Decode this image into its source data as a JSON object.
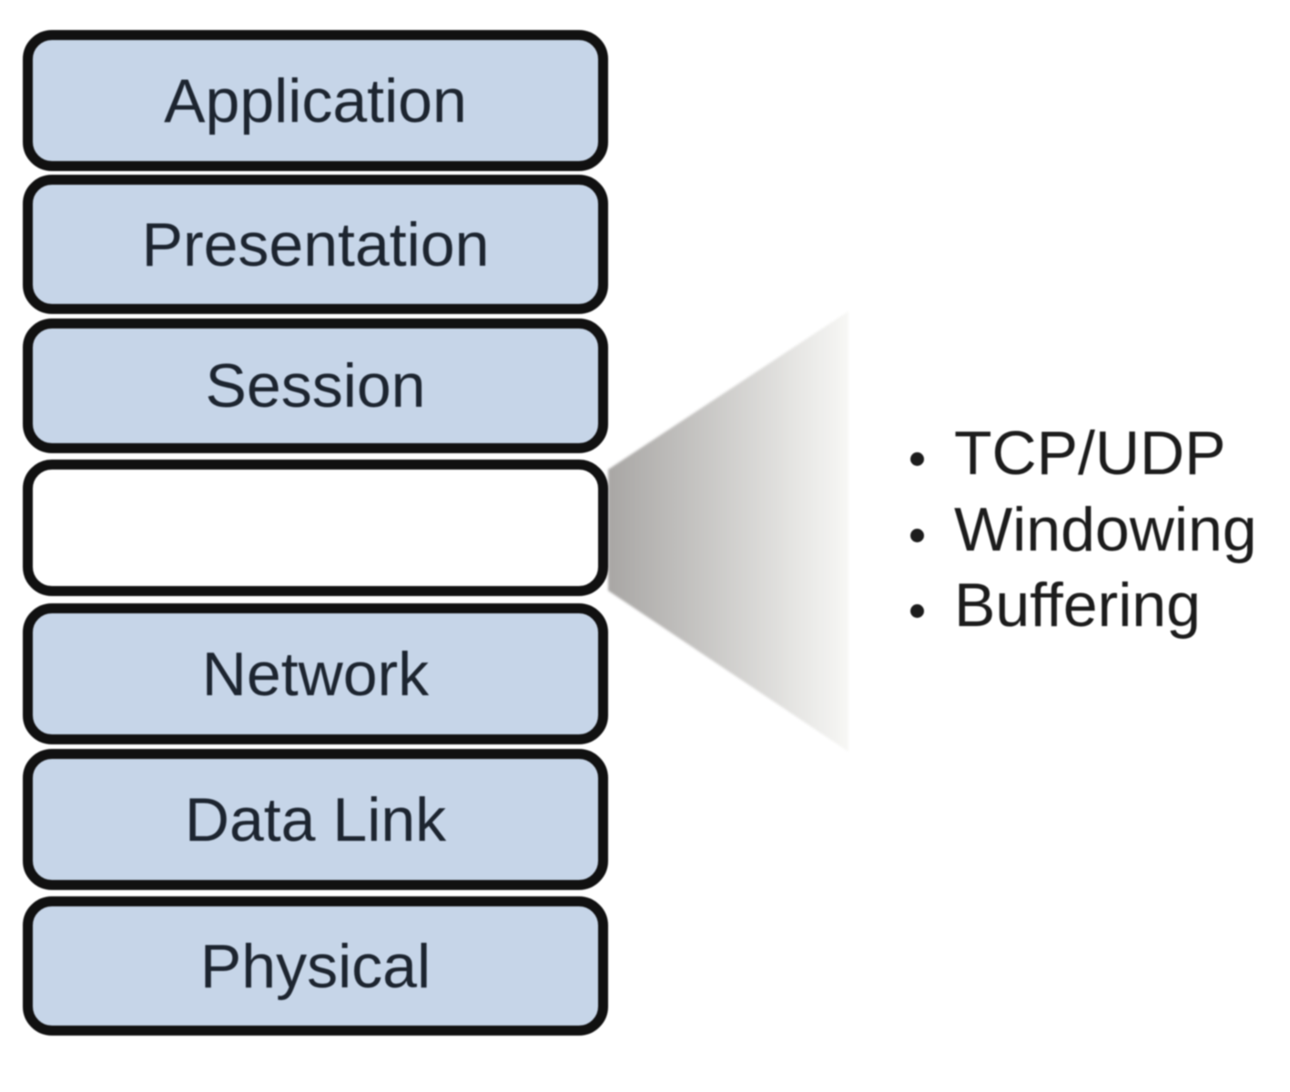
{
  "diagram": {
    "layers": [
      {
        "label": "Application"
      },
      {
        "label": "Presentation"
      },
      {
        "label": "Session"
      },
      {
        "label": ""
      },
      {
        "label": "Network"
      },
      {
        "label": "Data Link"
      },
      {
        "label": "Physical"
      }
    ],
    "callout": {
      "items": [
        "TCP/UDP",
        "Windowing",
        "Buffering"
      ]
    },
    "colors": {
      "layer_fill": "#c6d5e8",
      "blank_layer_fill": "#ffffff",
      "layer_border": "#111111",
      "layer_label": "#1d2530",
      "beam_gradient_start": "#a8a6a4",
      "beam_gradient_end": "#f7f7f5",
      "bullet_text": "#1c1c1c",
      "background": "#ffffff"
    }
  }
}
